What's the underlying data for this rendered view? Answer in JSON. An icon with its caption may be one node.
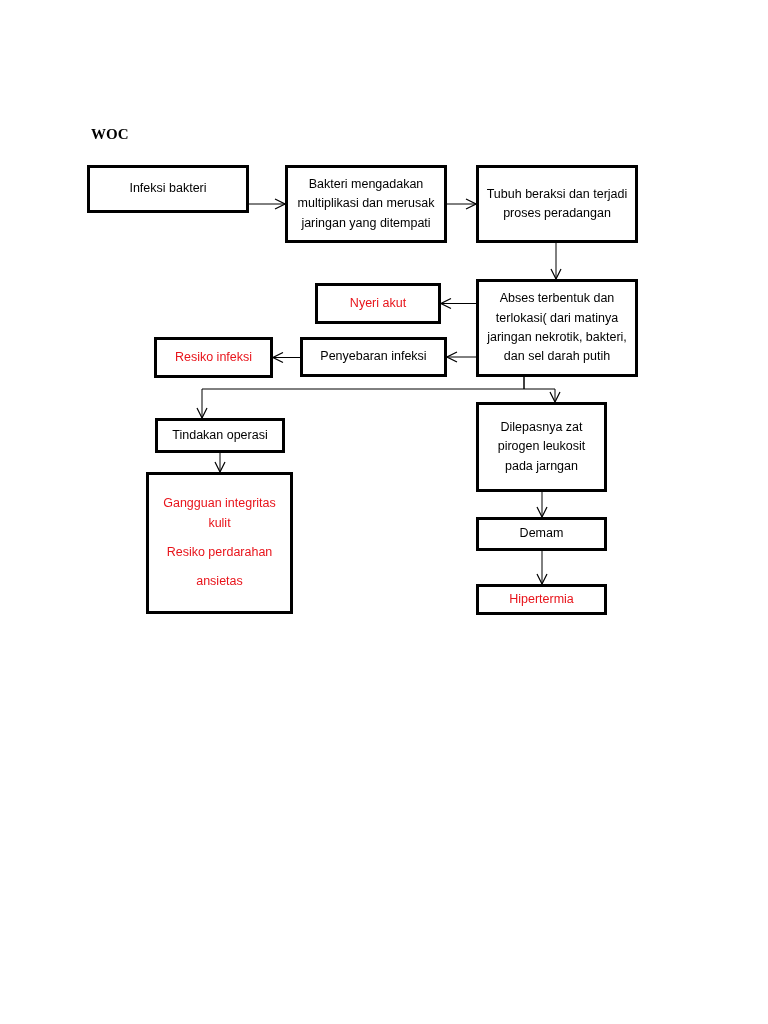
{
  "diagram": {
    "title": "WOC",
    "nodes": [
      {
        "text": [
          "Infeksi bakteri"
        ]
      },
      {
        "text": [
          "Bakteri mengadakan multiplikasi dan merusak jaringan yang ditempati"
        ]
      },
      {
        "text": [
          "Tubuh beraksi dan terjadi proses peradangan"
        ]
      },
      {
        "text": [
          "Abses terbentuk dan terlokasi( dari matinya jaringan nekrotik, bakteri, dan sel darah putih"
        ]
      },
      {
        "text": [
          "Nyeri akut"
        ]
      },
      {
        "text": [
          "Penyebaran infeksi"
        ]
      },
      {
        "text": [
          "Resiko infeksi"
        ]
      },
      {
        "text": [
          "Tindakan operasi"
        ]
      },
      {
        "text": [
          "Gangguan integritas kulit",
          "Resiko perdarahan",
          "ansietas"
        ]
      },
      {
        "text": [
          "Dilepasnya zat pirogen leukosit pada jarngan"
        ]
      },
      {
        "text": [
          "Demam"
        ]
      },
      {
        "text": [
          "Hipertermia"
        ]
      }
    ],
    "edges": [
      {
        "from": 0,
        "to": 1,
        "arrow": "to"
      },
      {
        "from": 1,
        "to": 2,
        "arrow": "to"
      },
      {
        "from": 2,
        "to": 3,
        "arrow": "to"
      },
      {
        "from": 3,
        "to": 4,
        "arrow": "to"
      },
      {
        "from": 3,
        "to": 5,
        "arrow": "to"
      },
      {
        "from": 5,
        "to": 6,
        "arrow": "to"
      },
      {
        "from": 3,
        "to": 7,
        "arrow": "to"
      },
      {
        "from": 3,
        "to": 9,
        "arrow": "to"
      },
      {
        "from": 7,
        "to": 8,
        "arrow": "to"
      },
      {
        "from": 9,
        "to": 10,
        "arrow": "to"
      },
      {
        "from": 10,
        "to": 11,
        "arrow": "to"
      }
    ]
  }
}
